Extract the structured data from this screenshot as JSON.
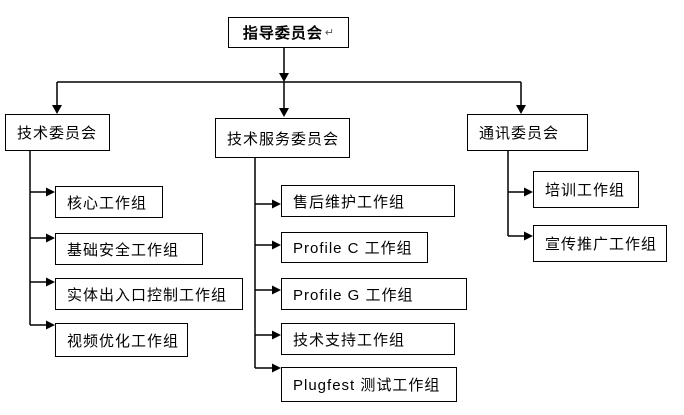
{
  "diagram": {
    "root": {
      "label": "指导委员会",
      "paragraph_mark": "↵"
    },
    "committees": [
      "技术委员会",
      "技术服务委员会",
      "通讯委员会"
    ],
    "groups": {
      "technical": [
        "核心工作组",
        "基础安全工作组",
        "实体出入口控制工作组",
        "视频优化工作组"
      ],
      "technical_service": [
        "售后维护工作组",
        "Profile C 工作组",
        "Profile G 工作组",
        "技术支持工作组",
        "Plugfest 测试工作组"
      ],
      "communication": [
        "培训工作组",
        "宣传推广工作组"
      ]
    }
  },
  "colors": {
    "line": "#000000",
    "box_border": "#000000",
    "background": "#ffffff",
    "text": "#000000"
  }
}
